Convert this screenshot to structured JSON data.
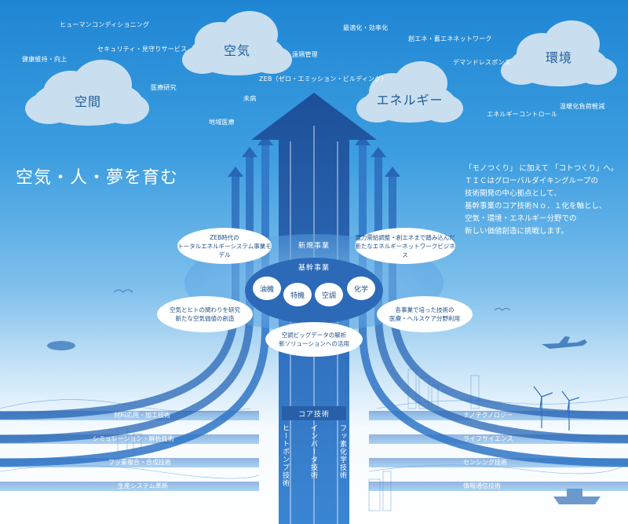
{
  "keywords": [
    "ヒューマンコンディショニング",
    "セキュリティ・見守りサービス",
    "健康維持・向上",
    "医療研究",
    "地域医療",
    "未病",
    "遠隔管理",
    "最適化・効率化",
    "創エネ・蓄エネネットワーク",
    "デマンドレスポンス",
    "ZEB（ゼロ・エミッション・ビルディング）",
    "温暖化負荷軽減",
    "エネルギーコントロール"
  ],
  "clouds": [
    "空間",
    "空気",
    "エネルギー",
    "環境"
  ],
  "headline": "空気・人・夢を育む",
  "description": [
    "「モノつくり」 に加えて 「コトつくり」へ。",
    "ＴＩＣはグローバルダイキングループの",
    "技術開発の中心拠点として、",
    "基幹事業のコア技術Ｎｏ．１化を軸とし、",
    "空気・環境・エネルギー分野での",
    "新しい価値創造に挑戦します。"
  ],
  "new_business": {
    "label": "新規事業",
    "items": [
      [
        "ZEB時代の",
        "トータルエネルギーシステム事業モデル"
      ],
      [
        "電力需給調整・創エネまで踏み込んだ",
        "新たなエネルギーネットワークビジネス"
      ],
      [
        "空気とヒトの関わりを研究",
        "新たな空気価値の創造"
      ],
      [
        "各事業で培った技術の",
        "医療・ヘルスケア分野利用"
      ],
      [
        "空調ビッグデータの解析",
        "新ソリューションへの活用"
      ]
    ]
  },
  "core_business": {
    "label": "基幹事業",
    "items": [
      "油機",
      "特機",
      "空調",
      "化学"
    ]
  },
  "core_tech": {
    "label": "コア技術",
    "items": [
      "ヒートポンプ技術",
      "インバータ技術",
      "フッ素化学技術"
    ]
  },
  "left_tech": [
    "材料応用・加工技術",
    "シミュレーション・解析技術",
    "フッ素複合・合成技術",
    "生産システム革新"
  ],
  "right_tech": [
    "ナノテクノロジー",
    "ライフサイエンス",
    "センシング技術",
    "情報通信技術"
  ],
  "colors": {
    "sky_top": "#1f86d4",
    "arrow_dark": "#1d4f98",
    "arrow_light": "#2f7fcf",
    "cloud": "#c9dff0",
    "text_dark": "#1e4f86"
  }
}
